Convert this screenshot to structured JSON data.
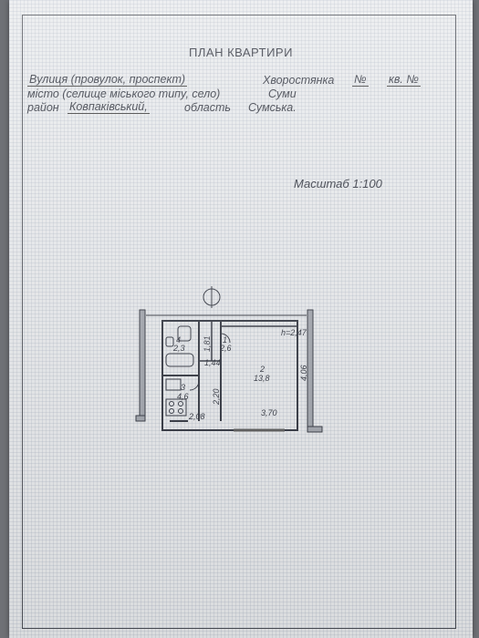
{
  "title": "ПЛАН КВАРТИРИ",
  "address": {
    "street_label": "Вулиця (провулок, проспект)",
    "street_value": "Хворостянка",
    "number_label": "№",
    "apartment_label": "кв. №",
    "city_label": "місто (селище міського типу, село)",
    "city_value": "Суми",
    "district_label": "район",
    "district_value": "Ковпаківський,",
    "region_label": "область",
    "region_value": "Сумська."
  },
  "scale": "Масштаб 1:100",
  "plan": {
    "ceiling_height": "h=2,47",
    "rooms": [
      {
        "number": "1",
        "area": "2,6"
      },
      {
        "number": "2",
        "area": "13,8"
      },
      {
        "number": "3",
        "area": "4,6"
      },
      {
        "number": "4",
        "area": "2,3"
      }
    ],
    "dimensions": {
      "d181": "1,81",
      "d144": "1,44",
      "d220": "2,20",
      "d208": "2,08",
      "d370": "3,70",
      "d406": "4,06"
    }
  }
}
